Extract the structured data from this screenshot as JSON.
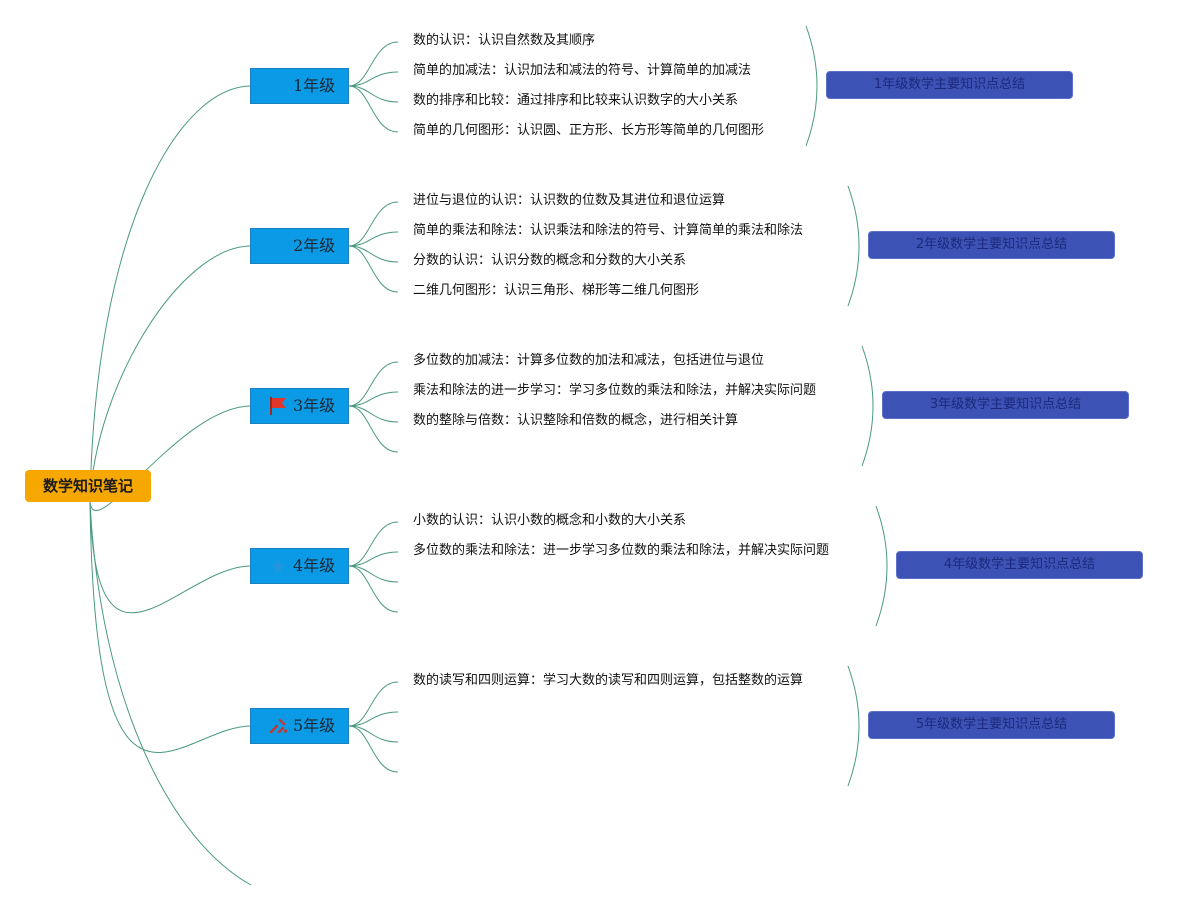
{
  "root": {
    "label": "数学知识笔记"
  },
  "grades": [
    {
      "label": "1年级",
      "icon": "none",
      "summary": "1年级数学主要知识点总结",
      "items": [
        "数的认识：认识自然数及其顺序",
        "简单的加减法：认识加法和减法的符号、计算简单的加减法",
        "数的排序和比较：通过排序和比较来认识数字的大小关系",
        "简单的几何图形：认识圆、正方形、长方形等简单的几何图形"
      ]
    },
    {
      "label": "2年级",
      "icon": "none",
      "summary": "2年级数学主要知识点总结",
      "items": [
        "进位与退位的认识：认识数的位数及其进位和退位运算",
        "简单的乘法和除法：认识乘法和除法的符号、计算简单的乘法和除法",
        "分数的认识：认识分数的概念和分数的大小关系",
        "二维几何图形：认识三角形、梯形等二维几何图形"
      ]
    },
    {
      "label": "3年级",
      "icon": "flag-icon",
      "summary": "3年级数学主要知识点总结",
      "items": [
        "多位数的加减法：计算多位数的加法和减法，包括进位与退位",
        "乘法和除法的进一步学习：学习多位数的乘法和除法，并解决实际问题",
        "数的整除与倍数：认识整除和倍数的概念，进行相关计算",
        ""
      ]
    },
    {
      "label": "4年级",
      "icon": "star-icon",
      "summary": "4年级数学主要知识点总结",
      "items": [
        "小数的认识：认识小数的概念和小数的大小关系",
        "多位数的乘法和除法：进一步学习多位数的乘法和除法，并解决实际问题",
        "",
        ""
      ]
    },
    {
      "label": "5年级",
      "icon": "tools-icon",
      "summary": "5年级数学主要知识点总结",
      "items": [
        "数的读写和四则运算：学习大数的读写和四则运算，包括整数的运算",
        "",
        "",
        ""
      ]
    }
  ],
  "colors": {
    "root_fill": "#f6a800",
    "grade_fill": "#0a9ae6",
    "summary_fill": "#3d52b5",
    "connector": "#4a9a7e",
    "flag": "#e0362c"
  }
}
